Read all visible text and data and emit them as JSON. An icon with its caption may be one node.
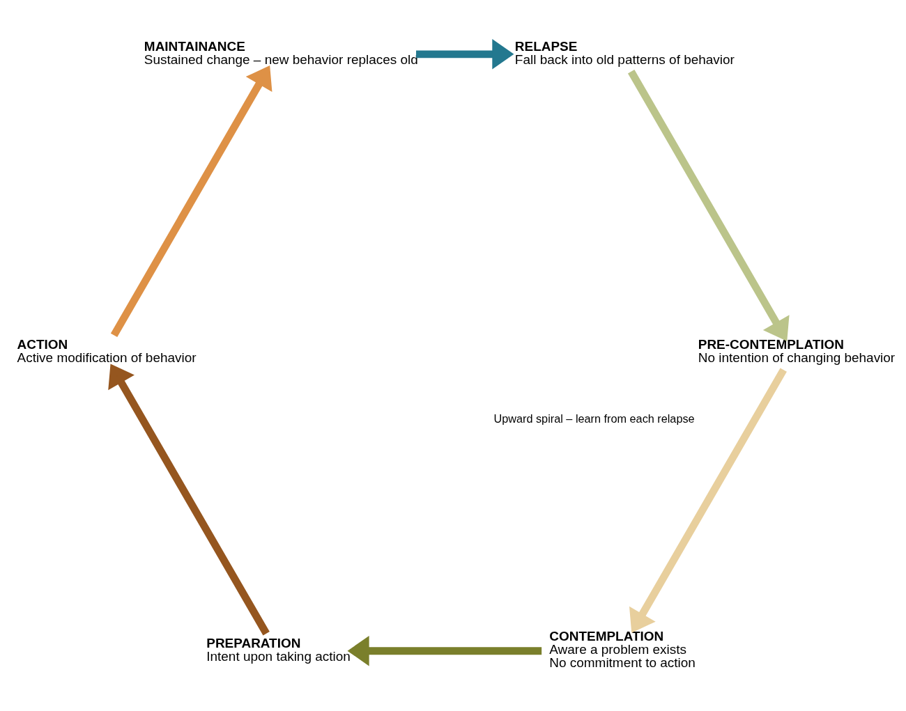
{
  "diagram": {
    "nodes": [
      {
        "text": [
          "CONTEMPLATION",
          "Aware a problem exists",
          "No commitment to action"
        ]
      },
      {
        "text": [
          "PRE-CONTEMPLATION",
          "No intention of changing behavior"
        ]
      },
      {
        "text": [
          "PREPARATION",
          "Intent upon taking action"
        ]
      },
      {
        "text": [
          "RELAPSE",
          "Fall back into old patterns of behavior"
        ]
      },
      {
        "text": [
          "ACTION",
          "Active modification of behavior"
        ]
      },
      {
        "text": [
          "MAINTAINANCE",
          "Sustained change – new behavior replaces old"
        ]
      }
    ],
    "edges": [
      {
        "from": 1,
        "to": 0,
        "arrow": "to",
        "color": "#e8cf9d"
      },
      {
        "from": 0,
        "to": 2,
        "arrow": "to",
        "color": "#7a7f2b"
      },
      {
        "from": 2,
        "to": 4,
        "arrow": "to",
        "color": "#95561f"
      },
      {
        "from": 4,
        "to": 5,
        "arrow": "to",
        "color": "#de9146"
      },
      {
        "from": 5,
        "to": 3,
        "arrow": "to",
        "color": "#23788f"
      },
      {
        "from": 3,
        "to": 1,
        "arrow": "to",
        "color": "#bbc48a"
      }
    ],
    "labels": [
      "Upward spiral – learn from each relapse"
    ]
  }
}
